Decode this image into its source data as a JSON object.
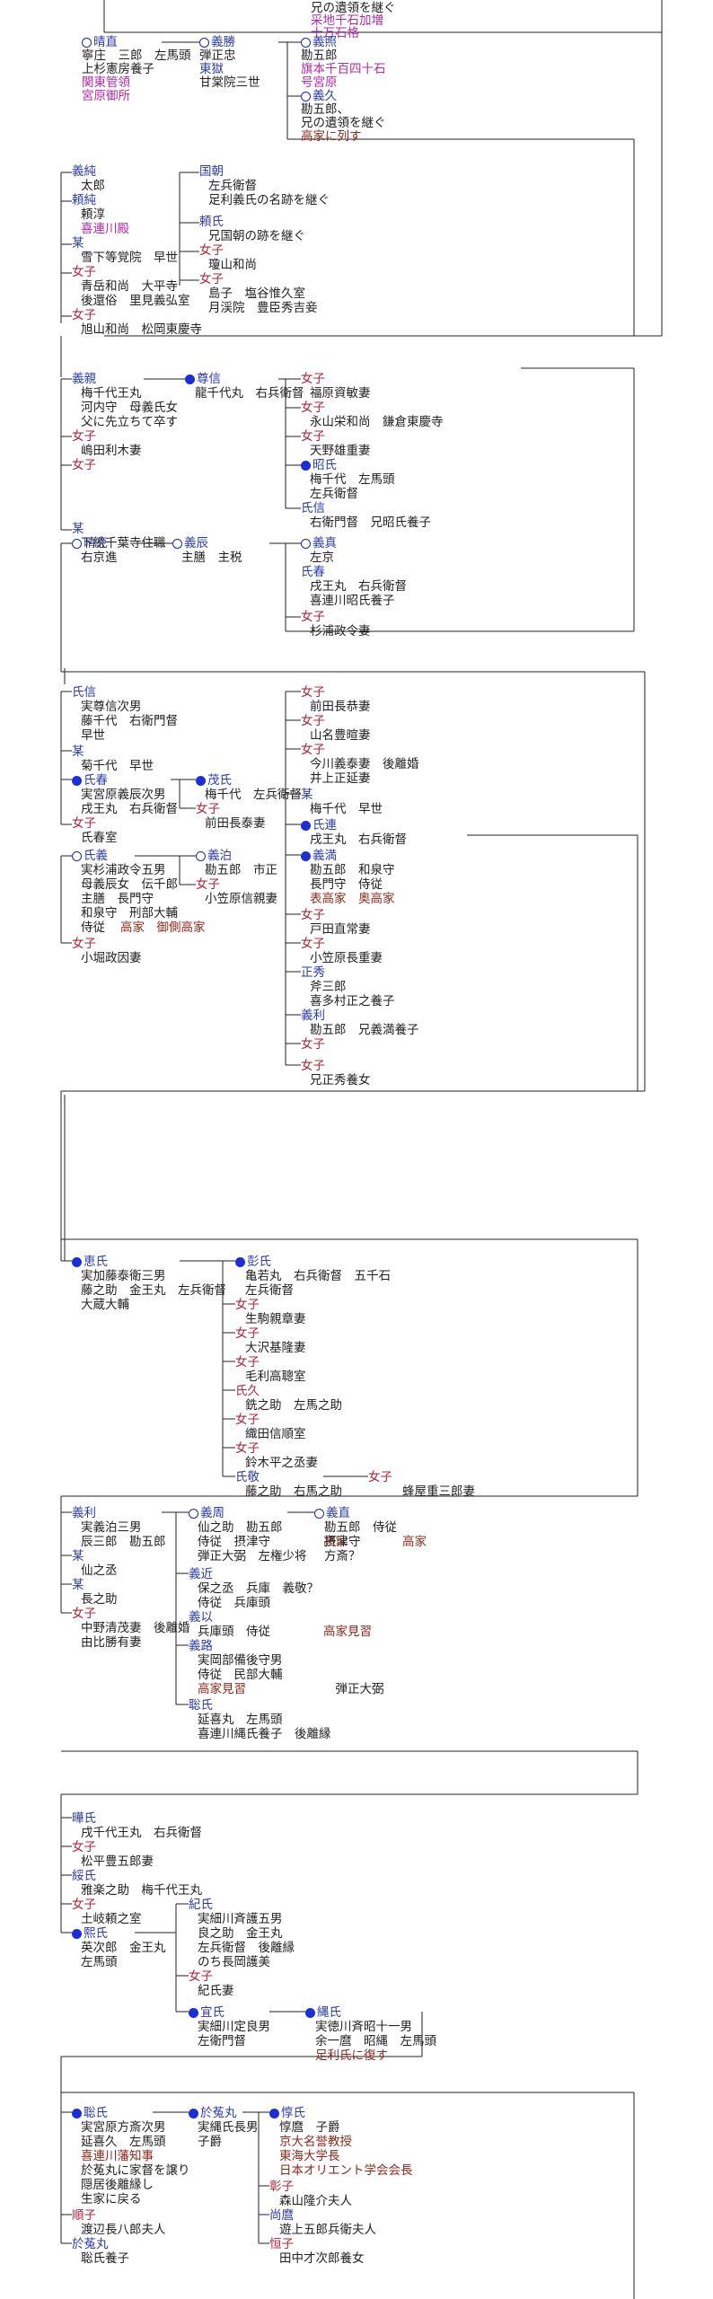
{
  "colors": {
    "male": "#2b3ca8",
    "female": "#b0243a",
    "text": "#222222",
    "note_red": "#8a2a1a",
    "note_purple": "#b02aa8",
    "marker_filled": "#1c2ed8",
    "line": "#222222"
  },
  "entries": [
    {
      "t": "兄の遺領を継ぐ",
      "c": "k"
    },
    {
      "t": "采地千石加増",
      "c": "p"
    },
    {
      "t": "十万石格",
      "c": "p"
    },
    {
      "t": "晴直",
      "c": "m"
    },
    {
      "t": "寧庄　三郎　左馬頭",
      "c": "k"
    },
    {
      "t": "上杉憲房養子",
      "c": "k"
    },
    {
      "t": "関東管領",
      "c": "p"
    },
    {
      "t": "宮原御所",
      "c": "p"
    },
    {
      "t": "義勝",
      "c": "m"
    },
    {
      "t": "弾正忠",
      "c": "k"
    },
    {
      "t": "東獄",
      "c": "m"
    },
    {
      "t": "甘棠院三世",
      "c": "k"
    },
    {
      "t": "義照",
      "c": "m"
    },
    {
      "t": "勘五郎",
      "c": "k"
    },
    {
      "t": "旗本千百四十石",
      "c": "p"
    },
    {
      "t": "号宮原",
      "c": "p"
    },
    {
      "t": "義久",
      "c": "m"
    },
    {
      "t": "勘五郎、",
      "c": "k"
    },
    {
      "t": "兄の遺領を継ぐ",
      "c": "k"
    },
    {
      "t": "高家に列す",
      "c": "r"
    },
    {
      "t": "義純",
      "c": "m"
    },
    {
      "t": "太郎",
      "c": "k"
    },
    {
      "t": "頼純",
      "c": "m"
    },
    {
      "t": "頼淳",
      "c": "k"
    },
    {
      "t": "喜連川殿",
      "c": "p"
    },
    {
      "t": "某",
      "c": "m"
    },
    {
      "t": "雪下等覚院　早世",
      "c": "k"
    },
    {
      "t": "女子",
      "c": "f"
    },
    {
      "t": "青岳和尚　大平寺",
      "c": "k"
    },
    {
      "t": "後還俗　里見義弘室",
      "c": "k"
    },
    {
      "t": "女子",
      "c": "f"
    },
    {
      "t": "旭山和尚　松岡東慶寺",
      "c": "k"
    },
    {
      "t": "国朝",
      "c": "m"
    },
    {
      "t": "左兵衛督",
      "c": "k"
    },
    {
      "t": "足利義氏の名跡を継ぐ",
      "c": "k"
    },
    {
      "t": "頼氏",
      "c": "m"
    },
    {
      "t": "兄国朝の跡を継ぐ",
      "c": "k"
    },
    {
      "t": "女子",
      "c": "f"
    },
    {
      "t": "瓊山和尚",
      "c": "k"
    },
    {
      "t": "女子",
      "c": "f"
    },
    {
      "t": "島子　塩谷惟久室",
      "c": "k"
    },
    {
      "t": "月渓院　豊臣秀吉妾",
      "c": "k"
    },
    {
      "t": "義親",
      "c": "m"
    },
    {
      "t": "梅千代王丸",
      "c": "k"
    },
    {
      "t": "河内守　母義氏女",
      "c": "k"
    },
    {
      "t": "父に先立ちて卒す",
      "c": "k"
    },
    {
      "t": "女子",
      "c": "f"
    },
    {
      "t": "嶋田利木妻",
      "c": "k"
    },
    {
      "t": "女子",
      "c": "f"
    },
    {
      "t": "尊信",
      "c": "m"
    },
    {
      "t": "龍千代丸　右兵衛督",
      "c": "k"
    },
    {
      "t": "女子",
      "c": "f"
    },
    {
      "t": "福原資敏妻",
      "c": "k"
    },
    {
      "t": "女子",
      "c": "f"
    },
    {
      "t": "永山栄和尚　鎌倉東慶寺",
      "c": "k"
    },
    {
      "t": "女子",
      "c": "f"
    },
    {
      "t": "天野雄重妻",
      "c": "k"
    },
    {
      "t": "昭氏",
      "c": "m"
    },
    {
      "t": "梅千代　左馬頭",
      "c": "k"
    },
    {
      "t": "左兵衛督",
      "c": "k"
    },
    {
      "t": "氏信",
      "c": "m"
    },
    {
      "t": "右衛門督　兄昭氏養子",
      "c": "k"
    },
    {
      "t": "某",
      "c": "m"
    },
    {
      "t": "晴克",
      "c": "m"
    },
    {
      "t": "下総千葉寺住職",
      "c": "k"
    },
    {
      "t": "右京進",
      "c": "k"
    },
    {
      "t": "義辰",
      "c": "m"
    },
    {
      "t": "主膳　主税",
      "c": "k"
    },
    {
      "t": "義真",
      "c": "m"
    },
    {
      "t": "左京",
      "c": "k"
    },
    {
      "t": "氏春",
      "c": "m"
    },
    {
      "t": "戌王丸　右兵衛督",
      "c": "k"
    },
    {
      "t": "喜連川昭氏養子",
      "c": "k"
    },
    {
      "t": "女子",
      "c": "f"
    },
    {
      "t": "杉浦政令妻",
      "c": "k"
    },
    {
      "t": "氏信",
      "c": "m"
    },
    {
      "t": "実尊信次男",
      "c": "k"
    },
    {
      "t": "藤千代　右衛門督",
      "c": "k"
    },
    {
      "t": "早世",
      "c": "k"
    },
    {
      "t": "某",
      "c": "m"
    },
    {
      "t": "菊千代　早世",
      "c": "k"
    },
    {
      "t": "氏春",
      "c": "m"
    },
    {
      "t": "実宮原義辰次男",
      "c": "k"
    },
    {
      "t": "戌王丸　右兵衛督",
      "c": "k"
    },
    {
      "t": "女子",
      "c": "f"
    },
    {
      "t": "氏春室",
      "c": "k"
    },
    {
      "t": "茂氏",
      "c": "m"
    },
    {
      "t": "梅千代　左兵衛督",
      "c": "k"
    },
    {
      "t": "女子",
      "c": "f"
    },
    {
      "t": "前田長泰妻",
      "c": "k"
    },
    {
      "t": "女子",
      "c": "f"
    },
    {
      "t": "前田長恭妻",
      "c": "k"
    },
    {
      "t": "女子",
      "c": "f"
    },
    {
      "t": "山名豊暄妻",
      "c": "k"
    },
    {
      "t": "女子",
      "c": "f"
    },
    {
      "t": "今川義泰妻　後離婚",
      "c": "k"
    },
    {
      "t": "井上正延妻",
      "c": "k"
    },
    {
      "t": "某",
      "c": "m"
    },
    {
      "t": "梅千代　早世",
      "c": "k"
    },
    {
      "t": "氏連",
      "c": "m"
    },
    {
      "t": "戌王丸　右兵衛督",
      "c": "k"
    },
    {
      "t": "義満",
      "c": "m"
    },
    {
      "t": "勘五郎　和泉守",
      "c": "k"
    },
    {
      "t": "長門守　侍従",
      "c": "k"
    },
    {
      "t": "表高家　奥高家",
      "c": "r"
    },
    {
      "t": "女子",
      "c": "f"
    },
    {
      "t": "戸田直常妻",
      "c": "k"
    },
    {
      "t": "女子",
      "c": "f"
    },
    {
      "t": "小笠原長重妻",
      "c": "k"
    },
    {
      "t": "正秀",
      "c": "m"
    },
    {
      "t": "斧三郎",
      "c": "k"
    },
    {
      "t": "喜多村正之養子",
      "c": "k"
    },
    {
      "t": "義利",
      "c": "m"
    },
    {
      "t": "勘五郎　兄義満養子",
      "c": "k"
    },
    {
      "t": "女子",
      "c": "f"
    },
    {
      "t": "女子",
      "c": "f"
    },
    {
      "t": "兄正秀養女",
      "c": "k"
    },
    {
      "t": "氏義",
      "c": "m"
    },
    {
      "t": "実杉浦政令五男",
      "c": "k"
    },
    {
      "t": "母義辰女　伝千郎",
      "c": "k"
    },
    {
      "t": "主膳　長門守",
      "c": "k"
    },
    {
      "t": "和泉守　刑部大輔",
      "c": "k"
    },
    {
      "t": "侍従　",
      "c": "k"
    },
    {
      "t": "高家　御側高家",
      "c": "r"
    },
    {
      "t": "女子",
      "c": "f"
    },
    {
      "t": "小堀政因妻",
      "c": "k"
    },
    {
      "t": "義泊",
      "c": "m"
    },
    {
      "t": "勘五郎　市正",
      "c": "k"
    },
    {
      "t": "女子",
      "c": "f"
    },
    {
      "t": "小笠原信親妻",
      "c": "k"
    },
    {
      "t": "恵氏",
      "c": "m"
    },
    {
      "t": "実加藤泰衛三男",
      "c": "k"
    },
    {
      "t": "藤之助　金王丸　左兵衛督",
      "c": "k"
    },
    {
      "t": "大蔵大輔",
      "c": "k"
    },
    {
      "t": "彭氏",
      "c": "m"
    },
    {
      "t": "亀若丸　右兵衛督　五千石",
      "c": "k"
    },
    {
      "t": "左兵衛督",
      "c": "k"
    },
    {
      "t": "女子",
      "c": "f"
    },
    {
      "t": "生駒親章妻",
      "c": "k"
    },
    {
      "t": "女子",
      "c": "f"
    },
    {
      "t": "大沢基隆妻",
      "c": "k"
    },
    {
      "t": "女子",
      "c": "f"
    },
    {
      "t": "毛利高聰室",
      "c": "k"
    },
    {
      "t": "氏久",
      "c": "f"
    },
    {
      "t": "銑之助　左馬之助",
      "c": "k"
    },
    {
      "t": "女子",
      "c": "f"
    },
    {
      "t": "織田信順室",
      "c": "k"
    },
    {
      "t": "女子",
      "c": "f"
    },
    {
      "t": "鈴木平之丞妻",
      "c": "k"
    },
    {
      "t": "氏敬",
      "c": "m"
    },
    {
      "t": "女子",
      "c": "f"
    },
    {
      "t": "藤之助　右馬之助",
      "c": "k"
    },
    {
      "t": "蜂屋重三郎妻",
      "c": "k"
    },
    {
      "t": "義利",
      "c": "m"
    },
    {
      "t": "実義泊三男",
      "c": "k"
    },
    {
      "t": "辰三郎　勘五郎",
      "c": "k"
    },
    {
      "t": "某",
      "c": "m"
    },
    {
      "t": "仙之丞",
      "c": "k"
    },
    {
      "t": "某",
      "c": "m"
    },
    {
      "t": "長之助",
      "c": "k"
    },
    {
      "t": "女子",
      "c": "f"
    },
    {
      "t": "中野清茂妻　後離婚",
      "c": "k"
    },
    {
      "t": "由比勝有妻",
      "c": "k"
    },
    {
      "t": "義周",
      "c": "m"
    },
    {
      "t": "仙之助　勘五郎",
      "c": "k"
    },
    {
      "t": "侍従　摂津守　",
      "c": "k"
    },
    {
      "t": "高家",
      "c": "r"
    },
    {
      "t": "弾正大弼　左権少将",
      "c": "k"
    },
    {
      "t": "義直",
      "c": "m"
    },
    {
      "t": "勘五郎　侍従",
      "c": "k"
    },
    {
      "t": "摂津守　",
      "c": "k"
    },
    {
      "t": "高家",
      "c": "r"
    },
    {
      "t": "方斎？",
      "c": "k"
    },
    {
      "t": "義近",
      "c": "m"
    },
    {
      "t": "保之丞　兵庫　義敬？",
      "c": "k"
    },
    {
      "t": "侍従　兵庫頭",
      "c": "k"
    },
    {
      "t": "義以",
      "c": "m"
    },
    {
      "t": "兵庫頭　侍従　",
      "c": "k"
    },
    {
      "t": "高家見習",
      "c": "r"
    },
    {
      "t": "義路",
      "c": "m"
    },
    {
      "t": "実岡部備後守男",
      "c": "k"
    },
    {
      "t": "侍従　民部大輔",
      "c": "k"
    },
    {
      "t": "高家見習",
      "c": "r"
    },
    {
      "t": "　弾正大弼",
      "c": "k"
    },
    {
      "t": "聡氏",
      "c": "m"
    },
    {
      "t": "延喜丸　左馬頭",
      "c": "k"
    },
    {
      "t": "喜連川縄氏養子　後離縁",
      "c": "k"
    },
    {
      "t": "曄氏",
      "c": "m"
    },
    {
      "t": "戌千代王丸　右兵衛督",
      "c": "k"
    },
    {
      "t": "女子",
      "c": "f"
    },
    {
      "t": "松平豊五郎妻",
      "c": "k"
    },
    {
      "t": "綏氏",
      "c": "m"
    },
    {
      "t": "雅楽之助　梅千代王丸",
      "c": "k"
    },
    {
      "t": "女子",
      "c": "f"
    },
    {
      "t": "土岐頼之室",
      "c": "k"
    },
    {
      "t": "熙氏",
      "c": "m"
    },
    {
      "t": "英次郎　金王丸",
      "c": "k"
    },
    {
      "t": "左馬頭",
      "c": "k"
    },
    {
      "t": "紀氏",
      "c": "m"
    },
    {
      "t": "実細川斉護五男",
      "c": "k"
    },
    {
      "t": "良之助　金王丸",
      "c": "k"
    },
    {
      "t": "左兵衛督　後離縁",
      "c": "k"
    },
    {
      "t": "のち長岡護美",
      "c": "k"
    },
    {
      "t": "女子",
      "c": "f"
    },
    {
      "t": "紀氏妻",
      "c": "k"
    },
    {
      "t": "宜氏",
      "c": "m"
    },
    {
      "t": "実細川定良男",
      "c": "k"
    },
    {
      "t": "左衛門督",
      "c": "k"
    },
    {
      "t": "縄氏",
      "c": "m"
    },
    {
      "t": "実徳川斉昭十一男",
      "c": "k"
    },
    {
      "t": "余一麿　昭縄　左馬頭",
      "c": "k"
    },
    {
      "t": "足利氏に復す",
      "c": "r"
    },
    {
      "t": "聡氏",
      "c": "m"
    },
    {
      "t": "実宮原方斎次男",
      "c": "k"
    },
    {
      "t": "延喜久　左馬頭",
      "c": "k"
    },
    {
      "t": "喜連川藩知事",
      "c": "r"
    },
    {
      "t": "於菟丸に家督を譲り",
      "c": "k"
    },
    {
      "t": "隠居後離縁し",
      "c": "k"
    },
    {
      "t": "生家に戻る",
      "c": "k"
    },
    {
      "t": "順子",
      "c": "f"
    },
    {
      "t": "渡辺長八郎夫人",
      "c": "k"
    },
    {
      "t": "於菟丸",
      "c": "m"
    },
    {
      "t": "聡氏養子",
      "c": "k"
    },
    {
      "t": "於菟丸",
      "c": "m"
    },
    {
      "t": "実縄氏長男",
      "c": "k"
    },
    {
      "t": "子爵",
      "c": "k"
    },
    {
      "t": "惇氏",
      "c": "m"
    },
    {
      "t": "惇麿　子爵",
      "c": "k"
    },
    {
      "t": "京大名誉教授",
      "c": "r"
    },
    {
      "t": "東海大学長",
      "c": "r"
    },
    {
      "t": "日本オリエント学会会長",
      "c": "r"
    },
    {
      "t": "彰子",
      "c": "f"
    },
    {
      "t": "森山隆介夫人",
      "c": "k"
    },
    {
      "t": "尚麿",
      "c": "m"
    },
    {
      "t": "遊上五郎兵衛夫人",
      "c": "k"
    },
    {
      "t": "恒子",
      "c": "f"
    },
    {
      "t": "田中才次郎養女",
      "c": "k"
    }
  ]
}
